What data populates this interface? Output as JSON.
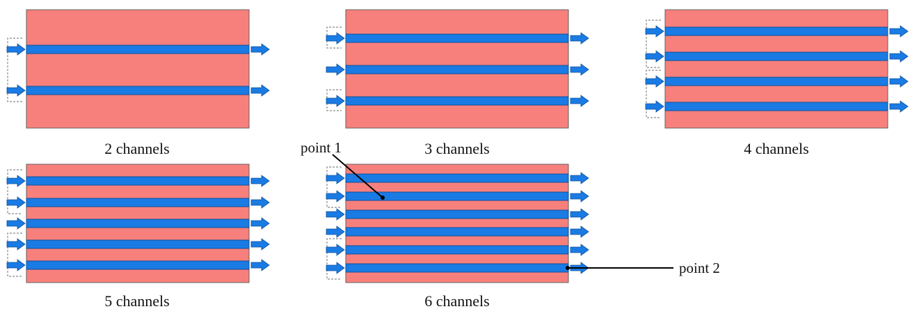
{
  "colors": {
    "plate": "#f8807c",
    "plate_border": "#5f5f5f",
    "channel": "#1a7be4",
    "channel_border": "#0d4f9a",
    "arrow": "#1a7be4",
    "arrow_border": "#0d4f9a",
    "bracket": "#888888",
    "pointer": "#000000"
  },
  "panels": [
    {
      "caption": "2 channels",
      "channels": 2
    },
    {
      "caption": "3 channels",
      "channels": 3
    },
    {
      "caption": "4 channels",
      "channels": 4
    },
    {
      "caption": "5 channels",
      "channels": 5
    },
    {
      "caption": "6 channels",
      "channels": 6
    }
  ],
  "annotations": {
    "point1": "point 1",
    "point2": "point 2"
  }
}
